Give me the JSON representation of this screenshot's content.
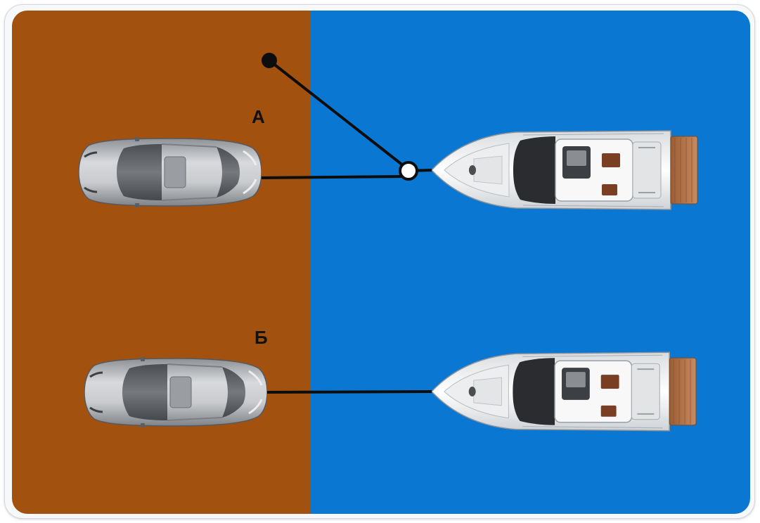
{
  "labels": {
    "a": "А",
    "b": "Б"
  },
  "colors": {
    "ground": "#a3510f",
    "water": "#0a78d2",
    "line": "#0d0d0d",
    "car_body": "#b8bbbf",
    "boat_hull": "#f1f2f3",
    "boat_deck": "#b3784f"
  },
  "objects": {
    "top_row": [
      "car",
      "mooring-post",
      "towline",
      "pulley-block",
      "boat"
    ],
    "bottom_row": [
      "car",
      "towline",
      "boat"
    ]
  }
}
